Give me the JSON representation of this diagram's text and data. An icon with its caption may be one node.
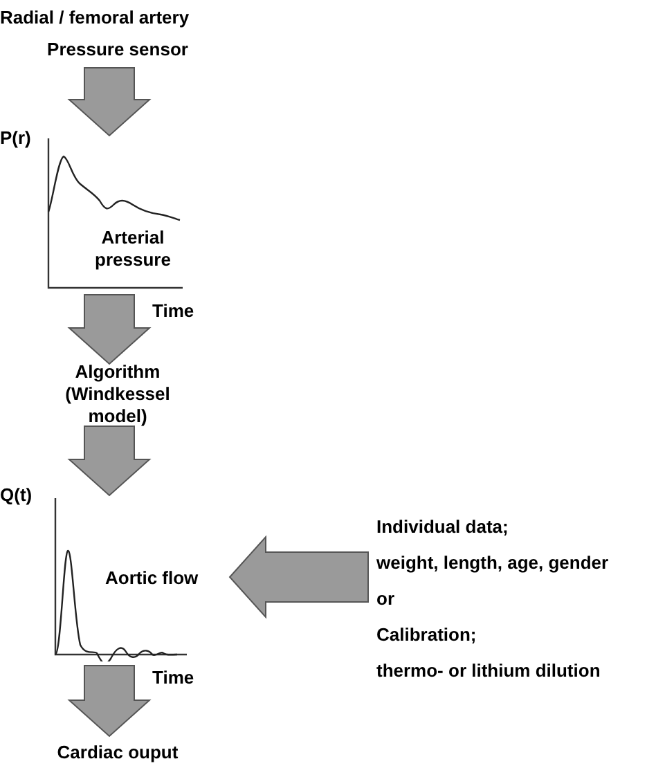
{
  "diagram": {
    "title": "Radial / femoral artery",
    "nodes": [
      {
        "text": [
          "Pressure sensor"
        ]
      },
      {
        "text": [
          "Arterial pressure"
        ],
        "beside": [
          "P(r)",
          "Time"
        ]
      },
      {
        "text": [
          "Algorithm (Windkessel model)"
        ]
      },
      {
        "text": [
          "Aortic flow"
        ],
        "beside": [
          "Q(t)",
          "Time"
        ]
      },
      {
        "text": [
          "Cardiac ouput"
        ]
      },
      {
        "text": [
          "Individual data;",
          "weight, length, age, gender",
          "or",
          "Calibration;",
          "thermo- or lithium dilution"
        ]
      }
    ],
    "edges": [
      {
        "from": 0,
        "to": 1,
        "arrow": "to",
        "style": "thick"
      },
      {
        "from": 1,
        "to": 2,
        "arrow": "to",
        "style": "thick"
      },
      {
        "from": 2,
        "to": 3,
        "arrow": "to",
        "style": "thick"
      },
      {
        "from": 3,
        "to": 4,
        "arrow": "to",
        "style": "thick"
      },
      {
        "from": 5,
        "to": 3,
        "arrow": "to",
        "style": "thick"
      }
    ]
  }
}
